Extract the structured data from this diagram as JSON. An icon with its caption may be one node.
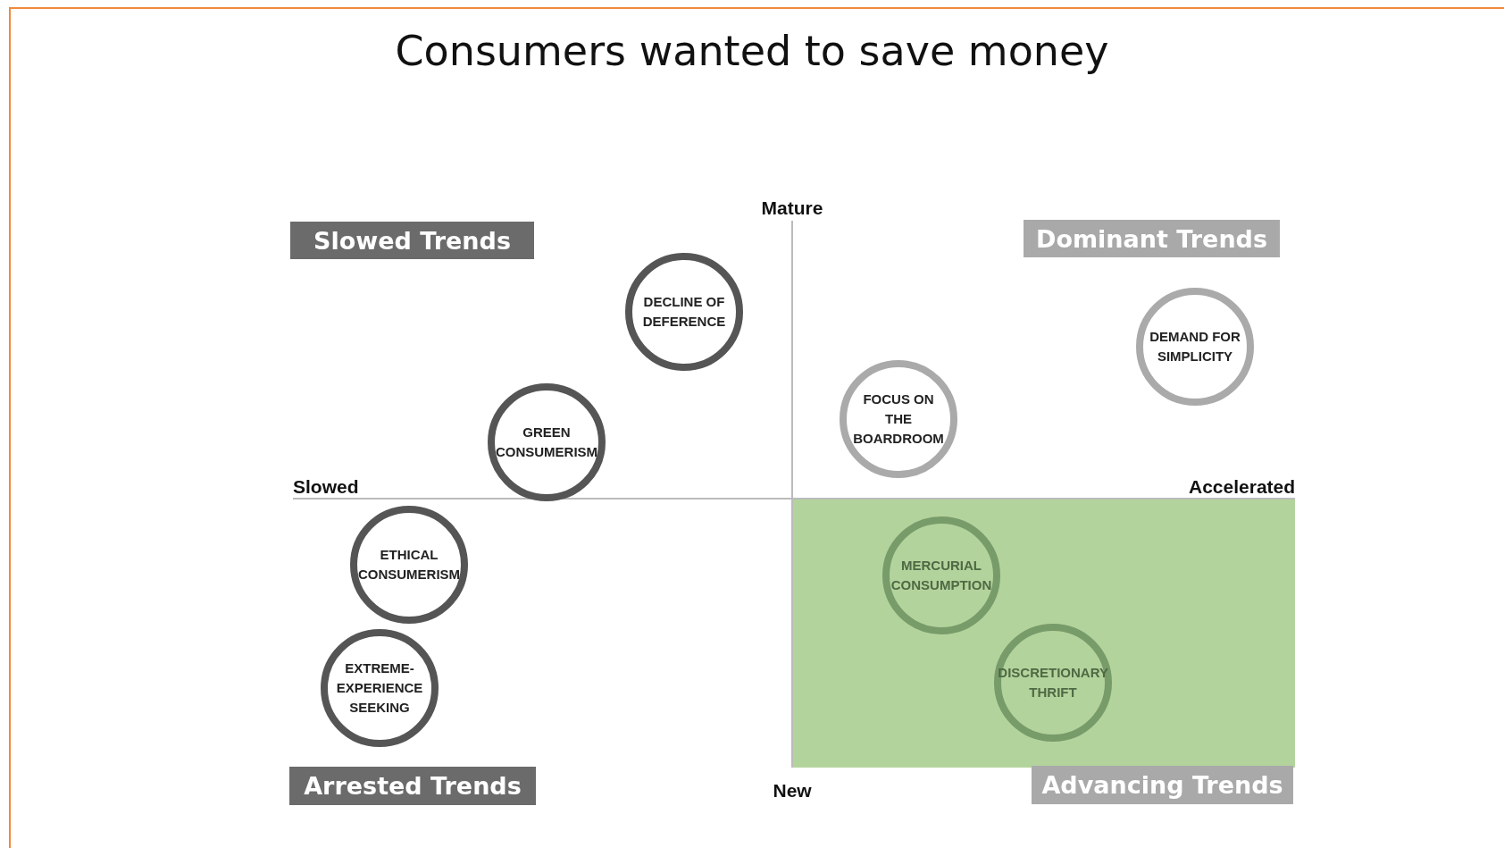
{
  "diagram": {
    "title": "Consumers wanted to save money",
    "nodes": [
      {
        "text": [
          "Slowed Trends"
        ]
      },
      {
        "text": [
          "Dominant Trends"
        ]
      },
      {
        "text": [
          "DECLINE OF DEFERENCE"
        ]
      },
      {
        "text": [
          "DEMAND FOR SIMPLICITY"
        ]
      },
      {
        "text": [
          "FOCUS ON THE BOARDROOM"
        ]
      },
      {
        "text": [
          "GREEN CONSUMERISM"
        ]
      },
      {
        "text": [
          "ETHICAL CONSUMERISM"
        ]
      },
      {
        "text": [
          "MERCURIAL CONSUMPTION"
        ]
      },
      {
        "text": [
          "DISCRETIONARY THRIFT"
        ]
      },
      {
        "text": [
          "EXTREME-EXPERIENCE SEEKING"
        ]
      },
      {
        "text": [
          "Arrested Trends"
        ]
      },
      {
        "text": [
          "Advancing Trends"
        ]
      }
    ],
    "labels": [
      "Mature",
      "Slowed",
      "Accelerated",
      "New"
    ]
  }
}
